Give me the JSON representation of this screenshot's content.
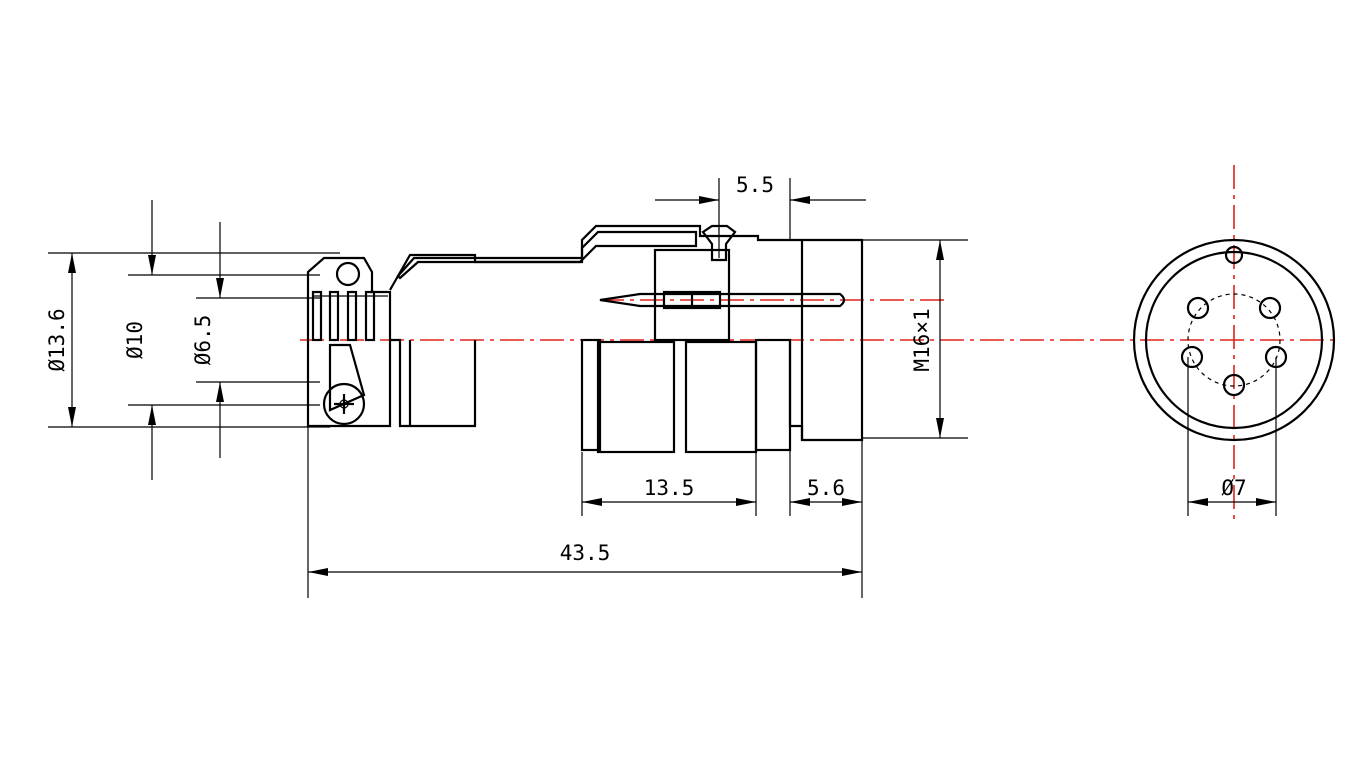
{
  "drawing": {
    "dimensions": {
      "overall_length": "43.5",
      "nut_length": "13.5",
      "thread_length": "5.6",
      "pin_offset": "5.5",
      "thread_spec": "M16×1",
      "outer_dia": "Ø13.6",
      "cable_dia": "Ø10",
      "inner_dia": "Ø6.5",
      "pin_circle_dia": "Ø7"
    },
    "colors": {
      "line": "#000000",
      "centerline": "#e1221c",
      "background": "#ffffff"
    }
  }
}
